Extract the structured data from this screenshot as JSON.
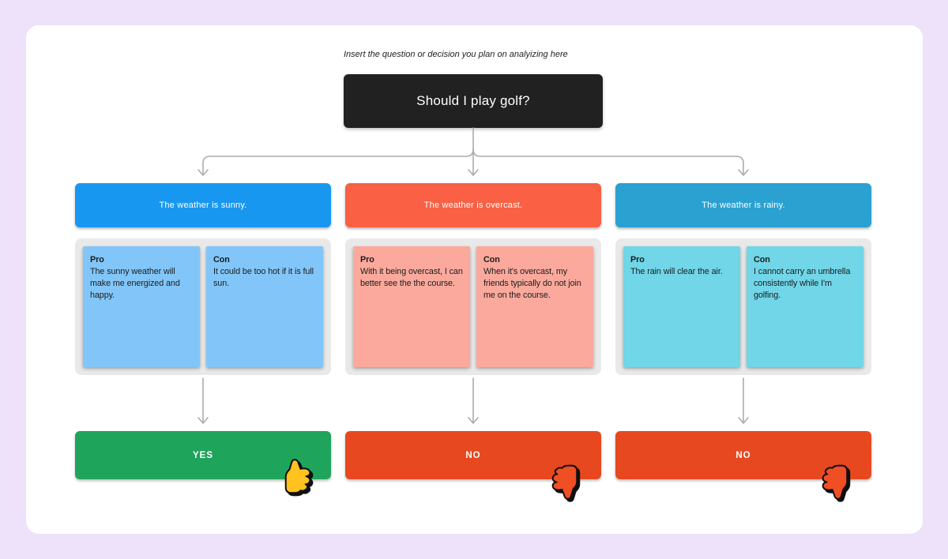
{
  "page": {
    "background": "#EDE2F9",
    "canvas_bg": "#FFFFFF"
  },
  "instruction": "Insert the question or decision you plan on analyizing here",
  "question": {
    "label": "Should I play golf?",
    "bg": "#212121"
  },
  "connectors": {
    "color": "#ACACAC"
  },
  "branches": [
    {
      "condition": "The weather is sunny.",
      "colors": {
        "condition_bg": "#1897F1",
        "note_bg": "#82C6F9",
        "result_bg": "#1FA45C",
        "stamp": "#FFC21F"
      },
      "pro": {
        "label": "Pro",
        "text": "The sunny weather will make me energized and happy."
      },
      "con": {
        "label": "Con",
        "text": "It could be too hot if it is full sun."
      },
      "result": "YES",
      "stamp_icon": "thumbs-up"
    },
    {
      "condition": "The weather is overcast.",
      "colors": {
        "condition_bg": "#F96044",
        "note_bg": "#FAA99C",
        "result_bg": "#E8481F",
        "stamp": "#F04E23"
      },
      "pro": {
        "label": "Pro",
        "text": "With it being overcast, I can better see the the course."
      },
      "con": {
        "label": "Con",
        "text": "When it's overcast, my friends typically do not join me on the course."
      },
      "result": "NO",
      "stamp_icon": "thumbs-down"
    },
    {
      "condition": "The weather is rainy.",
      "colors": {
        "condition_bg": "#2BA1D1",
        "note_bg": "#70D6E8",
        "result_bg": "#E8481F",
        "stamp": "#F04E23"
      },
      "pro": {
        "label": "Pro",
        "text": "The rain will clear the air."
      },
      "con": {
        "label": "Con",
        "text": "I cannot carry an umbrella consistently while I'm golfing."
      },
      "result": "NO",
      "stamp_icon": "thumbs-down"
    }
  ]
}
